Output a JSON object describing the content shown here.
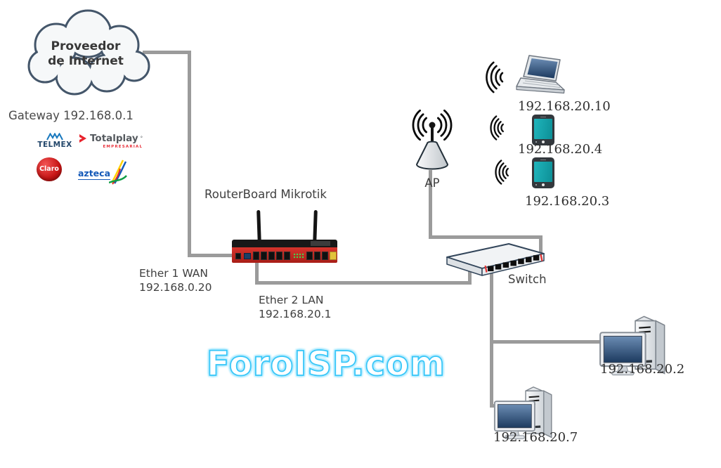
{
  "cloud": {
    "line1": "Proveedor",
    "line2": "de Internet"
  },
  "gateway": {
    "label": "Gateway 192.168.0.1"
  },
  "isp_logos": {
    "telmex": "TELMEX",
    "totalplay": "Totalplay",
    "totalplay_sub": "EMPRESARIAL",
    "claro": "Claro",
    "azteca": "azteca"
  },
  "router": {
    "title": "RouterBoard Mikrotik",
    "wan_line1": "Ether 1 WAN",
    "wan_line2": "192.168.0.20",
    "lan_line1": "Ether 2 LAN",
    "lan_line2": "192.168.20.1"
  },
  "ap": {
    "label": "AP"
  },
  "switch": {
    "label": "Switch"
  },
  "wireless_clients": [
    {
      "type": "laptop",
      "ip": "192.168.20.10"
    },
    {
      "type": "smartphone",
      "ip": "192.168.20.4"
    },
    {
      "type": "smartphone",
      "ip": "192.168.20.3"
    }
  ],
  "wired_clients": [
    {
      "type": "desktop",
      "ip": "192.168.20.2"
    },
    {
      "type": "desktop",
      "ip": "192.168.20.7"
    }
  ],
  "watermark": {
    "text": "ForoISP.com",
    "color": "#3bc8f5"
  },
  "colors": {
    "cable": "#9b9b9b",
    "router_red": "#c8251f",
    "phone_screen": "#14a3ab",
    "monitor_screen": "#2e4d74"
  }
}
